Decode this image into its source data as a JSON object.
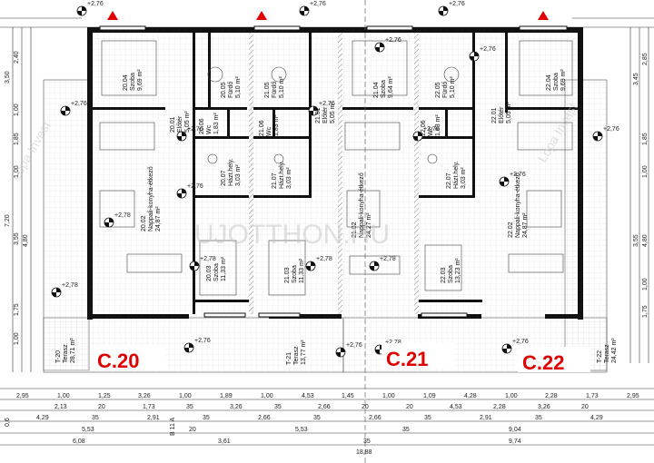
{
  "units": {
    "c20": "C.20",
    "c21": "C.21",
    "c22": "C.22"
  },
  "rooms": {
    "r2004": {
      "id": "20.04",
      "name": "Szoba",
      "area": "9,69 m²"
    },
    "r2005": {
      "id": "20.05",
      "name": "Fürdő",
      "area": "5,10 m²"
    },
    "r2001": {
      "id": "20.01",
      "name": "Előtér",
      "area": "5,05 m²"
    },
    "r2006": {
      "id": "20.06",
      "name": "Wc",
      "area": "1,83 m²"
    },
    "r2007": {
      "id": "20.07",
      "name": "Házt.hely.",
      "area": "3,03 m²"
    },
    "r2002": {
      "id": "20.02",
      "name": "Nappali-konyha-étkező",
      "area": "24,87 m²"
    },
    "r2003": {
      "id": "20.03",
      "name": "Szoba",
      "area": "11,33 m²"
    },
    "t20": {
      "id": "T-20",
      "name": "Terasz",
      "area": "28,71 m²"
    },
    "r2105": {
      "id": "21.05",
      "name": "Fürdő",
      "area": "5,10 m²"
    },
    "r2101": {
      "id": "21.01",
      "name": "Előtér",
      "area": "5,05 m²"
    },
    "r2106": {
      "id": "21.06",
      "name": "Wc",
      "area": "1,83 m²"
    },
    "r2107": {
      "id": "21.07",
      "name": "Házt.hely.",
      "area": "3,03 m²"
    },
    "r2104": {
      "id": "21.04",
      "name": "Szoba",
      "area": "9,64 m²"
    },
    "r2102": {
      "id": "21.02",
      "name": "Nappali-konyha-étkező",
      "area": "24,27 m²"
    },
    "r2103": {
      "id": "21.03",
      "name": "Szoba",
      "area": "11,33 m²"
    },
    "t21": {
      "id": "T-21",
      "name": "Terasz",
      "area": "13,77 m²"
    },
    "r2205": {
      "id": "22.05",
      "name": "Fürdő",
      "area": "5,10 m²"
    },
    "r2201": {
      "id": "22.01",
      "name": "Előtér",
      "area": "5,05 m²"
    },
    "r2206": {
      "id": "22.06",
      "name": "Wc",
      "area": "1,83 m²"
    },
    "r2207": {
      "id": "22.07",
      "name": "Házt.hely.",
      "area": "3,03 m²"
    },
    "r2204": {
      "id": "22.04",
      "name": "Szoba",
      "area": "9,69 m²"
    },
    "r2202": {
      "id": "22.02",
      "name": "Nappali-konyha-étkező",
      "area": "24,87 m²"
    },
    "r2203": {
      "id": "22.03",
      "name": "Szoba",
      "area": "13,23 m²"
    },
    "t22": {
      "id": "T-22",
      "name": "Terasz",
      "area": "24,42 m²"
    }
  },
  "levels": [
    "+2,76",
    "+2,78"
  ],
  "dims_left": [
    "3,50",
    "2,40",
    "1,00",
    "1,85",
    "1,00",
    "7,20",
    "3,55",
    "4,80",
    "1,75",
    "1,00",
    "0,6"
  ],
  "dims_right": [
    "2,85",
    "3,45",
    "1,85",
    "1,00",
    "4,80",
    "3,55",
    "1,00",
    "1,75"
  ],
  "dims_bottom_row1": [
    "2,95",
    "1,00",
    "1,25",
    "3,26",
    "1,00",
    "1,89",
    "1,00",
    "4,53",
    "1,45",
    "1,00",
    "1,09",
    "4,28",
    "1,00",
    "2,28",
    "1,73",
    "2,95"
  ],
  "dims_bottom_row2": [
    "2,13",
    "20",
    "1,73",
    "35",
    "3,26",
    "35",
    "2,66",
    "20",
    "20",
    "4,53",
    "2,28",
    "3,26",
    "20"
  ],
  "dims_bottom_row3": [
    "4,29",
    "35",
    "2,91",
    "35",
    "2,66",
    "35",
    "2,66",
    "35",
    "2,91",
    "35",
    "4,29"
  ],
  "dims_bottom_row4": [
    "5,53",
    "20",
    "5,53",
    "35",
    "9,04"
  ],
  "dims_bottom_row5": [
    "6,08",
    "3,61",
    "35",
    "9,74"
  ],
  "dims_total": "18,88",
  "watermarks": {
    "center": "UJOTTHON.HU",
    "side": "Lopa Invest"
  },
  "section_marker": "B 11 A",
  "colors": {
    "wall": "#111111",
    "hatch": "#9a9a9a",
    "unit_label": "#e00000"
  }
}
